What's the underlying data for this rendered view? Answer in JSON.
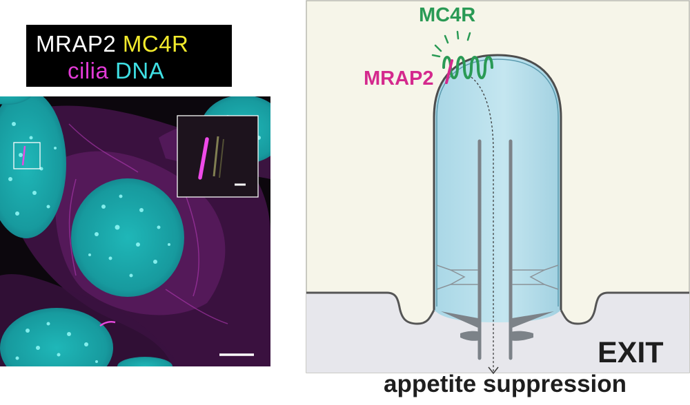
{
  "legend": {
    "mrap2": "MRAP2",
    "mc4r": "MC4R",
    "cilia": "cilia",
    "dna": "DNA"
  },
  "diagram": {
    "mc4r_label": "MC4R",
    "mrap2_label": "MRAP2",
    "exit_label": "EXIT",
    "caption": "appetite suppression"
  },
  "colors": {
    "mrap2": "#d4298d",
    "mc4r": "#2a9a55",
    "cilium_fill": "#b9e0ec",
    "cilium_stroke": "#5a9aae",
    "background": "#f6f5ea",
    "cell_fill": "#e8e8ec",
    "nucleus": "#20c4c4",
    "cilia_stain": "#d03ad0",
    "scale_bar": "#ffffff"
  }
}
